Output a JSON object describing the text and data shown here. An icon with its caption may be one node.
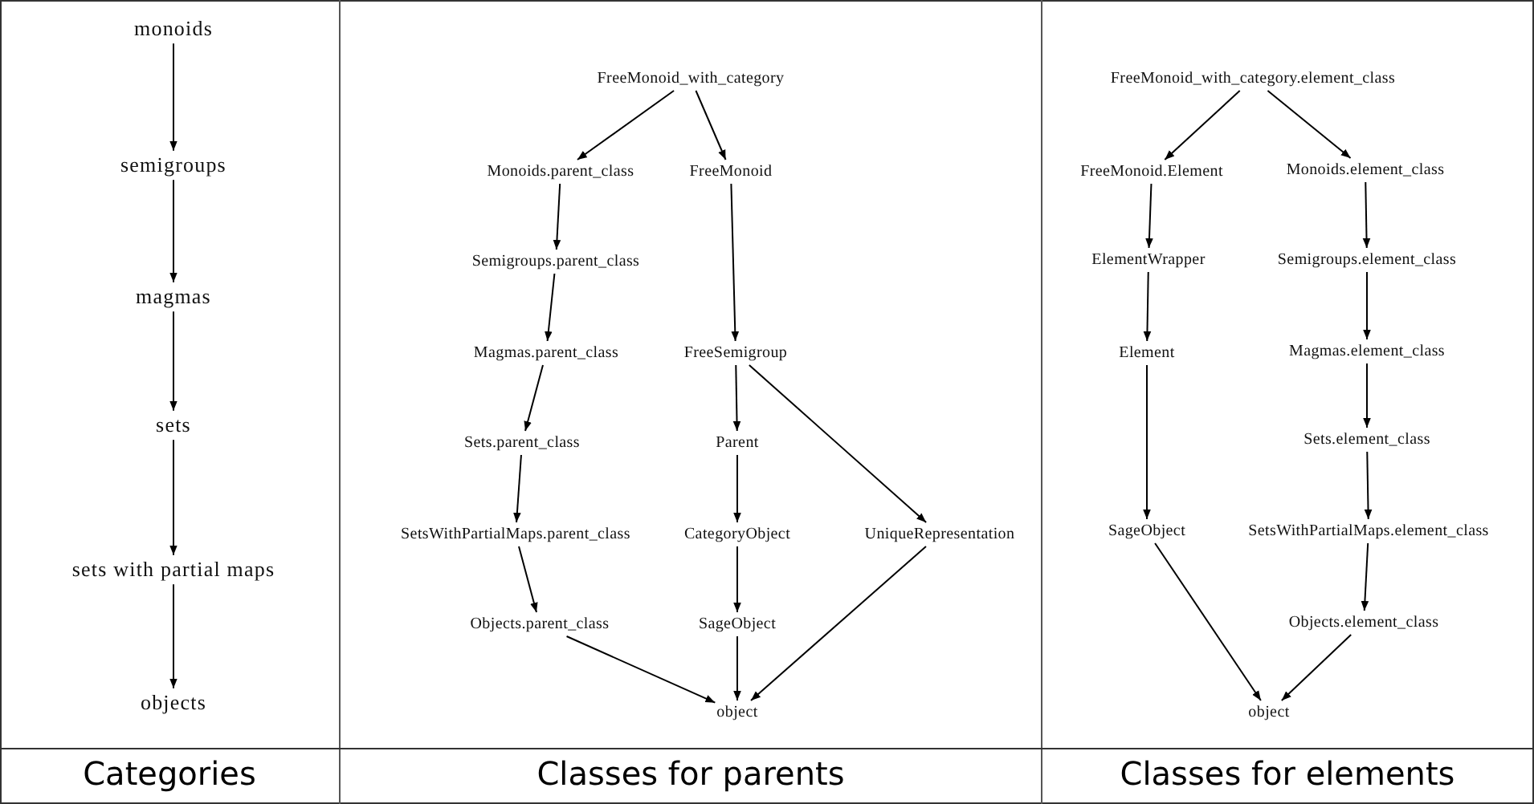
{
  "diagram": {
    "nodes": [
      {
        "text": [
          "monoids"
        ]
      },
      {
        "text": [
          "semigroups"
        ]
      },
      {
        "text": [
          "magmas"
        ]
      },
      {
        "text": [
          "sets"
        ]
      },
      {
        "text": [
          "sets with partial maps"
        ]
      },
      {
        "text": [
          "objects"
        ]
      },
      {
        "text": [
          "FreeMonoid_with_category"
        ]
      },
      {
        "text": [
          "Monoids.parent_class"
        ]
      },
      {
        "text": [
          "FreeMonoid"
        ]
      },
      {
        "text": [
          "Semigroups.parent_class"
        ]
      },
      {
        "text": [
          "Magmas.parent_class"
        ]
      },
      {
        "text": [
          "FreeSemigroup"
        ]
      },
      {
        "text": [
          "Sets.parent_class"
        ]
      },
      {
        "text": [
          "Parent"
        ]
      },
      {
        "text": [
          "SetsWithPartialMaps.parent_class"
        ]
      },
      {
        "text": [
          "CategoryObject"
        ]
      },
      {
        "text": [
          "UniqueRepresentation"
        ]
      },
      {
        "text": [
          "Objects.parent_class"
        ]
      },
      {
        "text": [
          "SageObject"
        ]
      },
      {
        "text": [
          "object"
        ]
      },
      {
        "text": [
          "FreeMonoid_with_category.element_class"
        ]
      },
      {
        "text": [
          "FreeMonoid.Element"
        ]
      },
      {
        "text": [
          "Monoids.element_class"
        ]
      },
      {
        "text": [
          "ElementWrapper"
        ]
      },
      {
        "text": [
          "Semigroups.element_class"
        ]
      },
      {
        "text": [
          "Element"
        ]
      },
      {
        "text": [
          "Magmas.element_class"
        ]
      },
      {
        "text": [
          "Sets.element_class"
        ]
      },
      {
        "text": [
          "SageObject"
        ]
      },
      {
        "text": [
          "SetsWithPartialMaps.element_class"
        ]
      },
      {
        "text": [
          "Objects.element_class"
        ]
      },
      {
        "text": [
          "object"
        ]
      }
    ],
    "edges": [
      {
        "from": 0,
        "to": 1,
        "arrow": "to"
      },
      {
        "from": 1,
        "to": 2,
        "arrow": "to"
      },
      {
        "from": 2,
        "to": 3,
        "arrow": "to"
      },
      {
        "from": 3,
        "to": 4,
        "arrow": "to"
      },
      {
        "from": 4,
        "to": 5,
        "arrow": "to"
      },
      {
        "from": 6,
        "to": 7,
        "arrow": "to"
      },
      {
        "from": 6,
        "to": 8,
        "arrow": "to"
      },
      {
        "from": 7,
        "to": 9,
        "arrow": "to"
      },
      {
        "from": 9,
        "to": 10,
        "arrow": "to"
      },
      {
        "from": 10,
        "to": 12,
        "arrow": "to"
      },
      {
        "from": 12,
        "to": 14,
        "arrow": "to"
      },
      {
        "from": 14,
        "to": 17,
        "arrow": "to"
      },
      {
        "from": 17,
        "to": 19,
        "arrow": "to"
      },
      {
        "from": 8,
        "to": 11,
        "arrow": "to"
      },
      {
        "from": 11,
        "to": 13,
        "arrow": "to"
      },
      {
        "from": 13,
        "to": 15,
        "arrow": "to"
      },
      {
        "from": 15,
        "to": 18,
        "arrow": "to"
      },
      {
        "from": 18,
        "to": 19,
        "arrow": "to"
      },
      {
        "from": 11,
        "to": 16,
        "arrow": "to"
      },
      {
        "from": 16,
        "to": 19,
        "arrow": "to"
      },
      {
        "from": 20,
        "to": 21,
        "arrow": "to"
      },
      {
        "from": 20,
        "to": 22,
        "arrow": "to"
      },
      {
        "from": 21,
        "to": 23,
        "arrow": "to"
      },
      {
        "from": 23,
        "to": 25,
        "arrow": "to"
      },
      {
        "from": 25,
        "to": 28,
        "arrow": "to"
      },
      {
        "from": 28,
        "to": 31,
        "arrow": "to"
      },
      {
        "from": 22,
        "to": 24,
        "arrow": "to"
      },
      {
        "from": 24,
        "to": 26,
        "arrow": "to"
      },
      {
        "from": 26,
        "to": 27,
        "arrow": "to"
      },
      {
        "from": 27,
        "to": 29,
        "arrow": "to"
      },
      {
        "from": 29,
        "to": 30,
        "arrow": "to"
      },
      {
        "from": 30,
        "to": 31,
        "arrow": "to"
      }
    ],
    "labels": [
      "Categories",
      "Classes for parents",
      "Classes for elements"
    ]
  }
}
